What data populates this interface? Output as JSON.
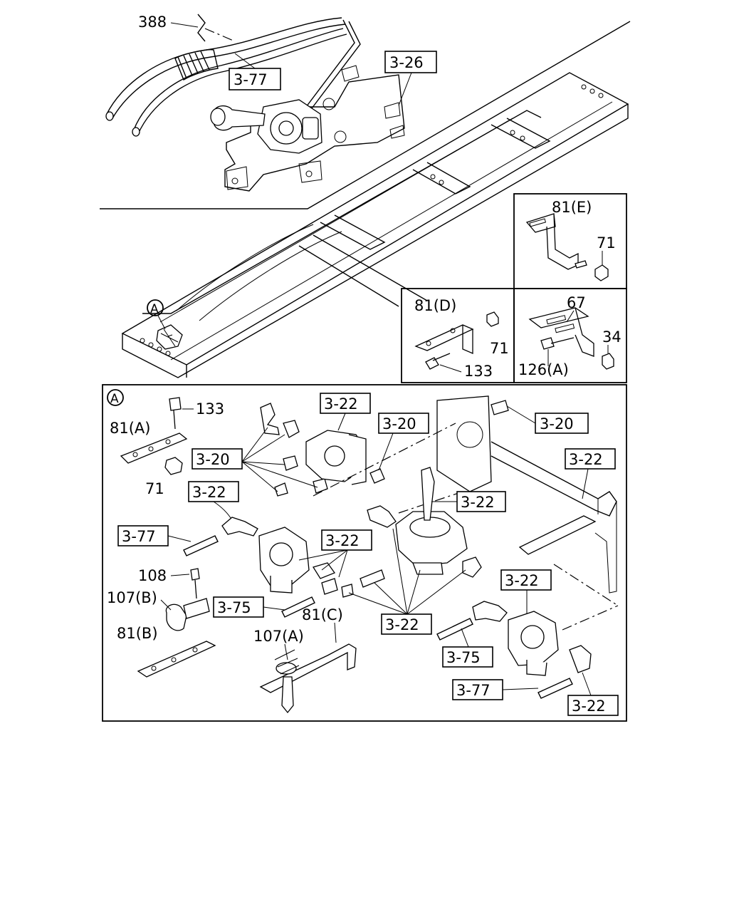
{
  "callouts": {
    "c388": "388",
    "c3_77_top": "3-77",
    "c3_26": "3-26",
    "c81E": "81(E)",
    "c71_E": "71",
    "c81D": "81(D)",
    "c71_D": "71",
    "c133_D": "133",
    "c67": "67",
    "c34": "34",
    "c126A": "126(A)",
    "cA_main": "A",
    "cA_detail": "A",
    "c133_A": "133",
    "c81A": "81(A)",
    "c71_A": "71",
    "c3_22_a": "3-22",
    "c3_20_a": "3-20",
    "c3_20_b": "3-20",
    "c3_20_c": "3-20",
    "c3_22_b": "3-22",
    "c3_22_c": "3-22",
    "c3_22_d": "3-22",
    "c3_77_mid": "3-77",
    "c3_22_e": "3-22",
    "c108": "108",
    "c107B": "107(B)",
    "c3_75_a": "3-75",
    "c81C": "81(C)",
    "c81B": "81(B)",
    "c107A": "107(A)",
    "c3_22_f": "3-22",
    "c3_22_g": "3-22",
    "c3_75_b": "3-75",
    "c3_77_bot": "3-77",
    "c3_22_h": "3-22"
  }
}
